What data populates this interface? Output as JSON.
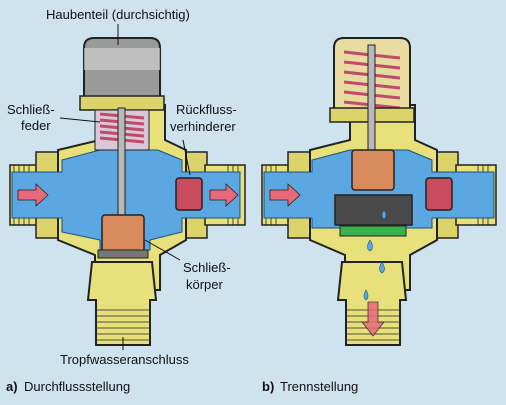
{
  "labels": {
    "hood": "Haubenteil (durchsichtig)",
    "spring_line1": "Schließ-",
    "spring_line2": "feder",
    "backflow_line1": "Rückfluss-",
    "backflow_line2": "verhinderer",
    "body_line1": "Schließ-",
    "body_line2": "körper",
    "drip": "Tropfwasseranschluss"
  },
  "captions": {
    "a_letter": "a)",
    "a_text": "Durchflussstellung",
    "b_letter": "b)",
    "b_text": "Trennstellung"
  },
  "colors": {
    "background": "#cfe3ef",
    "brass": "#e8e07a",
    "water_blue": "#5aa7e2",
    "hood_gray": "#8f8f8f",
    "spring": "#c04a6a",
    "piston": "#d98a5c",
    "seal_green": "#37b24a",
    "arrow": "#e86a7a"
  }
}
